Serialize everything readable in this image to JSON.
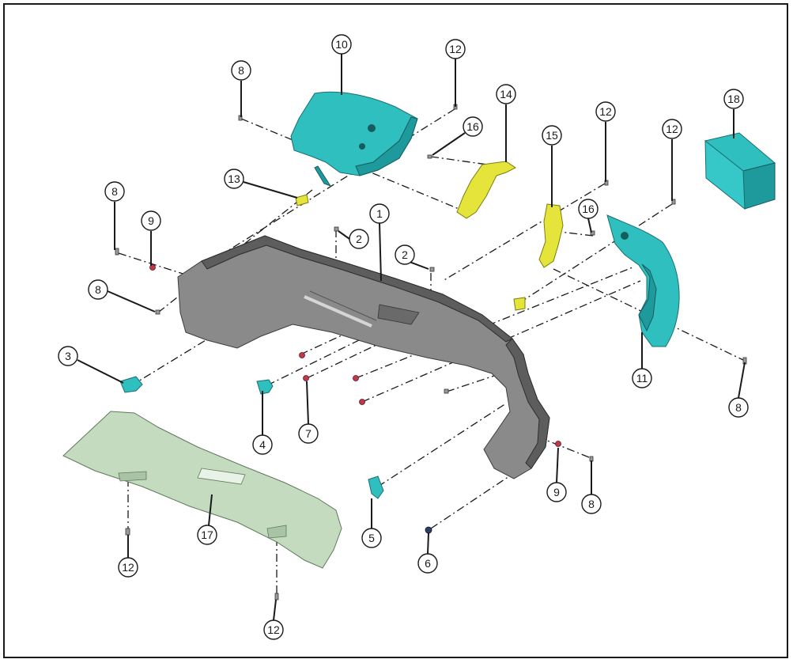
{
  "callouts": [
    {
      "id": "c10",
      "label": "10"
    },
    {
      "id": "c12a",
      "label": "12"
    },
    {
      "id": "c8a",
      "label": "8"
    },
    {
      "id": "c14",
      "label": "14"
    },
    {
      "id": "c16a",
      "label": "16"
    },
    {
      "id": "c12b",
      "label": "12"
    },
    {
      "id": "c12c",
      "label": "12"
    },
    {
      "id": "c18",
      "label": "18"
    },
    {
      "id": "c15",
      "label": "15"
    },
    {
      "id": "c13",
      "label": "13"
    },
    {
      "id": "c8b",
      "label": "8"
    },
    {
      "id": "c9a",
      "label": "9"
    },
    {
      "id": "c1",
      "label": "1"
    },
    {
      "id": "c16b",
      "label": "16"
    },
    {
      "id": "c2a",
      "label": "2"
    },
    {
      "id": "c2b",
      "label": "2"
    },
    {
      "id": "c8c",
      "label": "8"
    },
    {
      "id": "c3",
      "label": "3"
    },
    {
      "id": "c11",
      "label": "11"
    },
    {
      "id": "c8d",
      "label": "8"
    },
    {
      "id": "c4",
      "label": "4"
    },
    {
      "id": "c7",
      "label": "7"
    },
    {
      "id": "c9b",
      "label": "9"
    },
    {
      "id": "c8e",
      "label": "8"
    },
    {
      "id": "c17",
      "label": "17"
    },
    {
      "id": "c5",
      "label": "5"
    },
    {
      "id": "c6",
      "label": "6"
    },
    {
      "id": "c12d",
      "label": "12"
    },
    {
      "id": "c12e",
      "label": "12"
    }
  ],
  "colors": {
    "bumper_cover": "#8a8a8a",
    "brackets_teal": "#2fbfbf",
    "brackets_yellow": "#e4e43a",
    "skid_plate": "#c4dbc0",
    "clips_red": "#c0394a"
  }
}
